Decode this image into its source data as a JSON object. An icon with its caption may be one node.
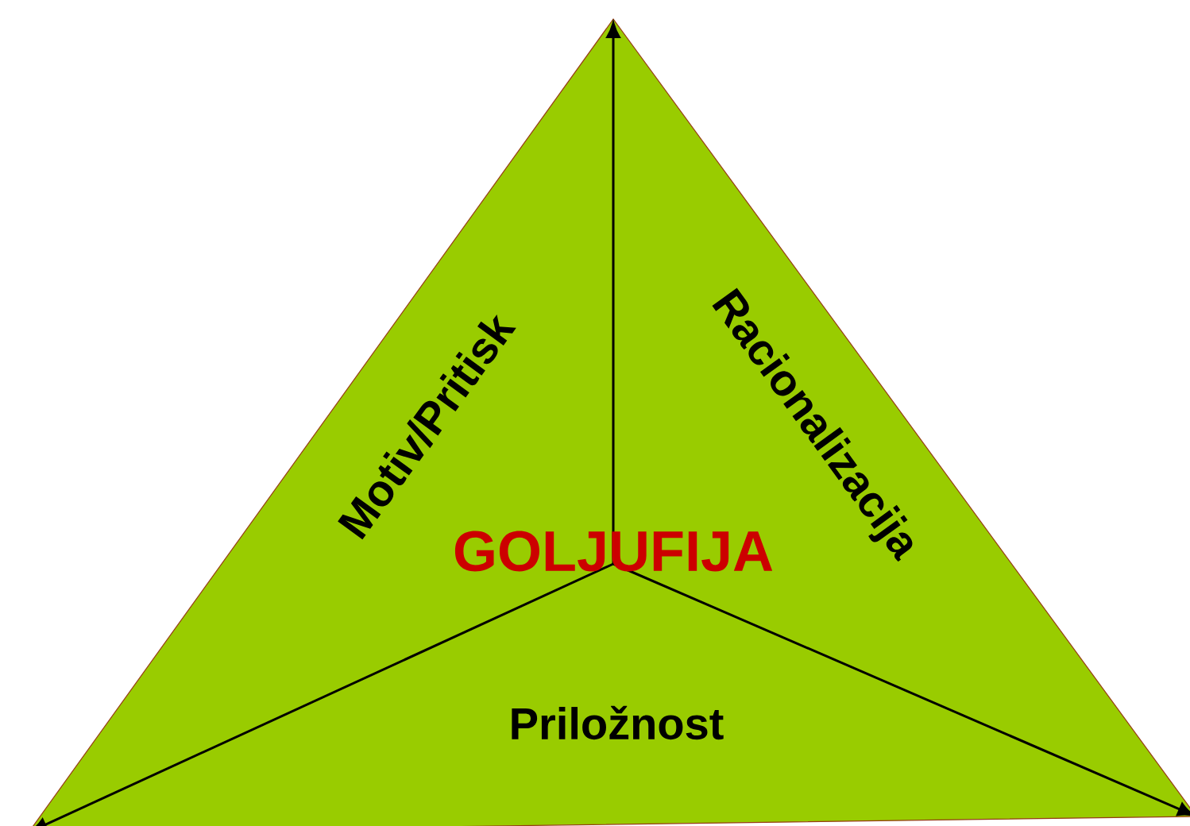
{
  "diagram": {
    "nodes": [
      {
        "text": [
          "Motiv/Pritisk",
          "Racionalizacija",
          "GOLJUFIJA",
          "Priložnost"
        ]
      }
    ]
  }
}
